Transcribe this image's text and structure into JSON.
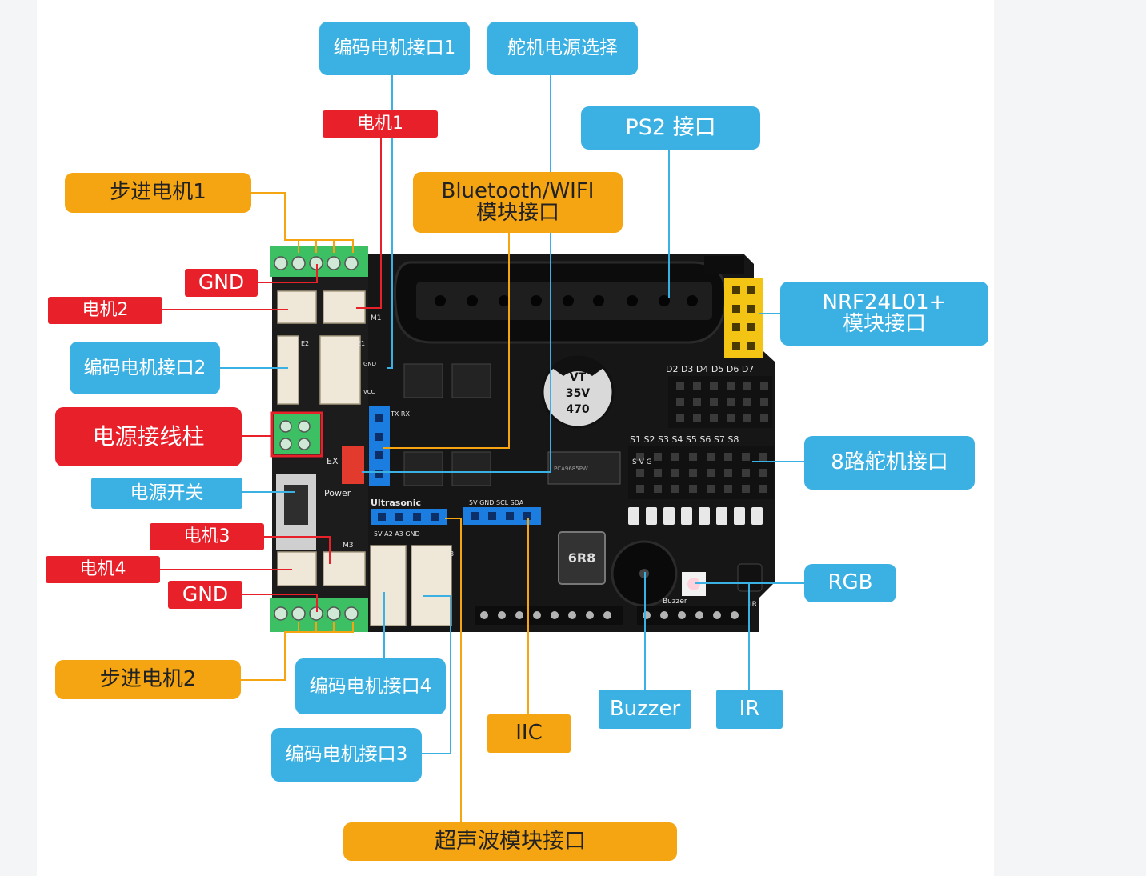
{
  "labels": {
    "enc1": "编码电机接口1",
    "servo_power": "舵机电源选择",
    "motor1": "电机1",
    "ps2": "PS2 接口",
    "stepper1": "步进电机1",
    "bt_line1": "Bluetooth/WIFI",
    "bt_line2": "模块接口",
    "gnd_top": "GND",
    "motor2": "电机2",
    "nrf_line1": "NRF24L01+",
    "nrf_line2": "模块接口",
    "enc2": "编码电机接口2",
    "power_terminal": "电源接线柱",
    "servo8": "8路舵机接口",
    "power_switch": "电源开关",
    "motor3": "电机3",
    "motor4": "电机4",
    "rgb": "RGB",
    "gnd_bottom": "GND",
    "stepper2": "步进电机2",
    "enc4": "编码电机接口4",
    "buzzer": "Buzzer",
    "ir": "IR",
    "iic": "IIC",
    "enc3": "编码电机接口3",
    "ultrasonic": "超声波模块接口"
  },
  "board_text": {
    "servo_top": "D2 D3 D4 D5 D6 D7",
    "servo_mid": "S1 S2 S3 S4 S5 S6 S7 S8",
    "ultrasonic": "Ultrasonic",
    "ultra_pins": "5V  A2  A3  GND",
    "iic_pins": "5V GND SCL SDA",
    "power": "Power",
    "ex": "EX",
    "m1": "M1",
    "m3": "M3",
    "e1": "E1",
    "e2": "E2",
    "e3": "E3",
    "buzzer": "Buzzer",
    "ir": "IR",
    "cap_line1": "VT",
    "cap_line2": "35V",
    "cap_line3": "470",
    "inductor": "6R8",
    "chip": "PCA9685PW",
    "uart": "TX RX",
    "gnd_pin": "GND",
    "vcc_pin": "VCC",
    "svg_side": "S V G"
  },
  "colors": {
    "blue": "#3bb1e3",
    "red": "#e8202a",
    "orange": "#f5a511",
    "board": "#161616",
    "terminal": "#3dbf63"
  }
}
